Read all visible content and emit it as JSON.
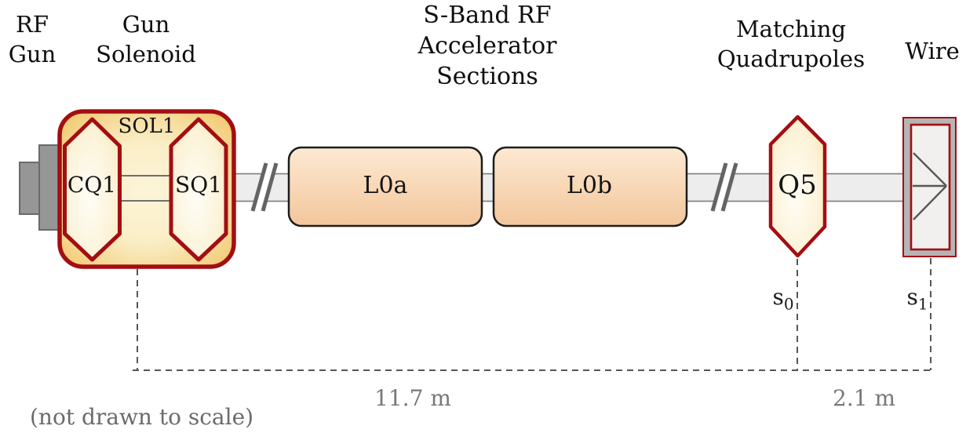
{
  "header_labels": {
    "rf_gun": {
      "line1": "RF",
      "line2": "Gun"
    },
    "gun_solenoid": {
      "line1": "Gun",
      "line2": "Solenoid"
    },
    "accelerator_sections": {
      "line1": "S-Band RF",
      "line2": "Accelerator",
      "line3": "Sections"
    },
    "matching_quadrupoles": {
      "line1": "Matching",
      "line2": "Quadrupoles"
    },
    "wire": "Wire"
  },
  "components": {
    "sol1": "SOL1",
    "cq1": "CQ1",
    "sq1": "SQ1",
    "l0a": "L0a",
    "l0b": "L0b",
    "q5": "Q5"
  },
  "position_markers": {
    "s0": {
      "base": "s",
      "sub": "0"
    },
    "s1": {
      "base": "s",
      "sub": "1"
    }
  },
  "distances": {
    "gun_to_q5": "11.7 m",
    "q5_to_wire": "2.1 m"
  },
  "footnote": "(not drawn to scale)",
  "colors": {
    "dark_red": "#a30e12",
    "solenoid_orange": "#f1c363",
    "cream": "#fdf6dc",
    "linac_peach": "#f3c69b",
    "pipe_gray": "#ededed",
    "gun_gray": "#969696",
    "dash_gray": "#565656"
  }
}
